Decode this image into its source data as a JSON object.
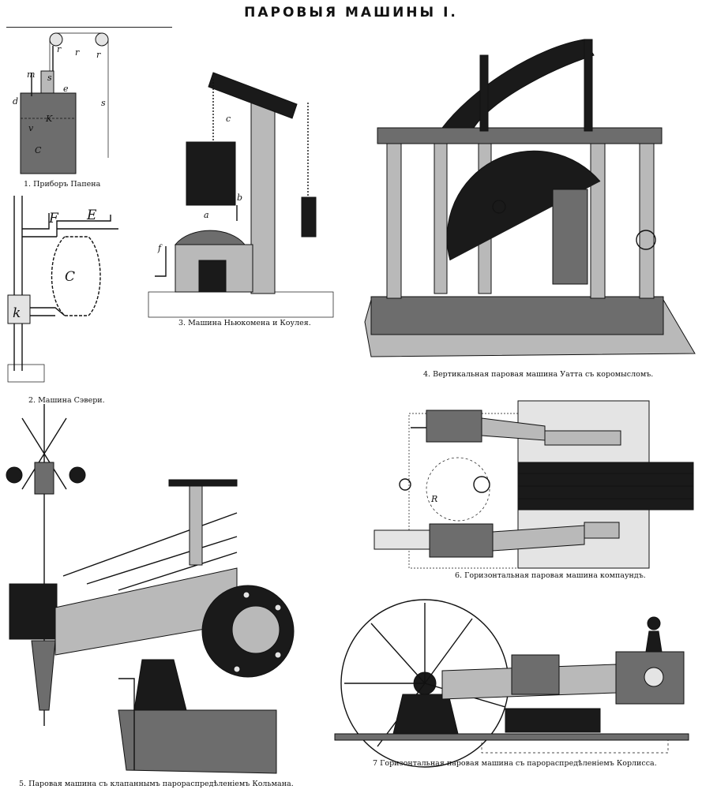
{
  "page_title": "ПАРОВЫЯ МАШИНЫ I.",
  "figures": [
    {
      "id": "fig1",
      "caption": "1. Приборъ Папена",
      "labels": [
        "m",
        "s",
        "r",
        "r",
        "r",
        "d",
        "e",
        "K",
        "v",
        "C",
        "s"
      ]
    },
    {
      "id": "fig2",
      "caption": "2. Машина Сэвери.",
      "labels": [
        "F",
        "E",
        "C",
        "k"
      ]
    },
    {
      "id": "fig3",
      "caption": "3. Машина Ньюкомена и Коулея.",
      "labels": [
        "c",
        "b",
        "a",
        "f"
      ]
    },
    {
      "id": "fig4",
      "caption": "4. Вертикальная паровая машина Уатта съ коромысломъ."
    },
    {
      "id": "fig5",
      "caption": "5. Паровая машина съ клапаннымъ парораспредѣленіемъ Кольмана."
    },
    {
      "id": "fig6",
      "caption": "6. Горизонтальная паровая машина компаундъ.",
      "labels": [
        "R"
      ]
    },
    {
      "id": "fig7",
      "caption": "7 Горизонтальная паровая машина съ парораспредѣленіемъ Корлисса."
    }
  ],
  "colors": {
    "ink": "#111111",
    "paper": "#ffffff"
  }
}
